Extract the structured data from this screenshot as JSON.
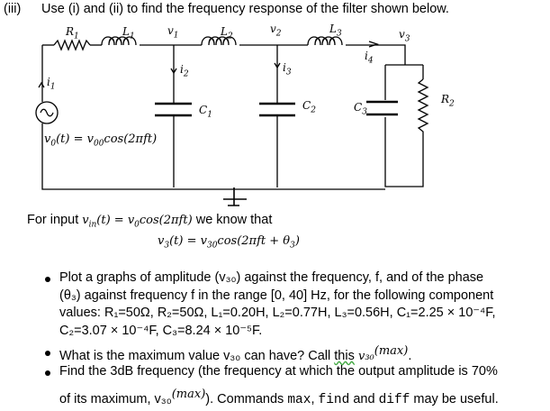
{
  "header": {
    "number": "(iii)",
    "title": "Use (i) and (ii) to find the frequency response of the filter shown below."
  },
  "circuit": {
    "R1": "R",
    "L1": "L",
    "v1": "v",
    "L2": "L",
    "v2": "v",
    "L3": "L",
    "v3": "v",
    "i1": "i",
    "i2": "i",
    "i3": "i",
    "i4": "i",
    "C1": "C",
    "C2": "C",
    "C3": "C",
    "R2": "R",
    "sub1": "1",
    "sub2": "2",
    "sub3": "3",
    "sub4": "4",
    "source_eq_lhs": "v",
    "source_eq_mid": "(t) = v",
    "source_eq_sub0": "0",
    "source_eq_sub00": "00",
    "source_eq_rhs": "cos(2πft)"
  },
  "intro": {
    "line1_a": "For input ",
    "line1_math": "v",
    "line1_sub": "in",
    "line1_b": "(t) = v",
    "line1_sub0": "0",
    "line1_c": "cos(2πft)",
    "line1_d": " we know that",
    "line2_a": "v",
    "line2_sub3": "3",
    "line2_b": "(t) = v",
    "line2_sub30": "30",
    "line2_c": "cos(2πft + θ",
    "line2_sub3b": "3",
    "line2_d": ")"
  },
  "bullets": {
    "b1_l1": "Plot a graphs of amplitude (v₃₀) against the frequency, f, and of the phase",
    "b1_l2": "(θ₃) against frequency f in the range [0, 40] Hz, for the following component",
    "b1_l3": "values: R₁=50Ω, R₂=50Ω, L₁=0.20H, L₂=0.77H, L₃=0.56H, C₁=2.25 × 10⁻⁴F,",
    "b1_l4": "C₂=3.07 × 10⁻⁴F, C₃=8.24 × 10⁻⁵F.",
    "b2_a": "What is the maximum value v₃₀ can have? Call ",
    "b2_this": "this",
    "b2_v": " v₃₀",
    "b2_max": "(max)",
    "b2_end": ".",
    "b3_l1": "Find the 3dB frequency (the frequency at which the output amplitude is 70%",
    "b3_a": "of its maximum, v₃₀",
    "b3_max": "(max)",
    "b3_b": "). Commands ",
    "cmd1": "max",
    "b3_c": ", ",
    "cmd2": "find",
    "b3_d": " and ",
    "cmd3": "diff",
    "b3_e": " may be useful."
  }
}
